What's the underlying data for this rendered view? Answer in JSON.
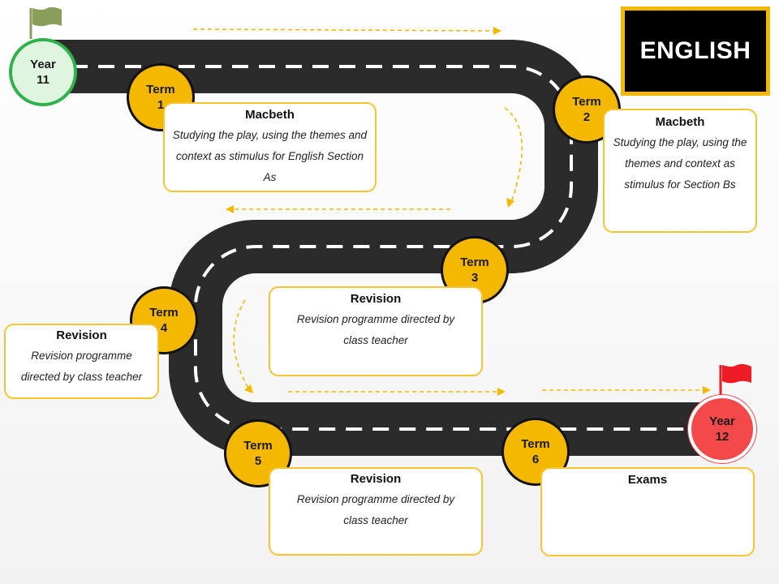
{
  "subject_title": "ENGLISH",
  "year_start": {
    "label": "Year\n11",
    "flag_color": "#8a9e5b"
  },
  "year_end": {
    "label": "Year\n12",
    "flag_color": "#ee1c25"
  },
  "terms": [
    {
      "label": "Term\n1",
      "box_title": "Macbeth",
      "box_text": "Studying the play, using the themes and context as stimulus for English Section As"
    },
    {
      "label": "Term\n2",
      "box_title": "Macbeth",
      "box_text": "Studying the play, using the themes and context as stimulus for Section Bs"
    },
    {
      "label": "Term\n3",
      "box_title": "Revision",
      "box_text": "Revision programme directed by class teacher"
    },
    {
      "label": "Term\n4",
      "box_title": "Revision",
      "box_text": "Revision programme directed by class teacher"
    },
    {
      "label": "Term\n5",
      "box_title": "Revision",
      "box_text": "Revision programme directed by class teacher"
    },
    {
      "label": "Term\n6",
      "box_title": "Exams",
      "box_text": ""
    }
  ],
  "colors": {
    "road": "#2b2b2b",
    "road_marking": "#ffffff",
    "term_fill": "#f5b800",
    "accent": "#f5b800",
    "arrow": "#f5b800",
    "start_ring": "#2fb14c",
    "end_fill": "#f3494a"
  }
}
